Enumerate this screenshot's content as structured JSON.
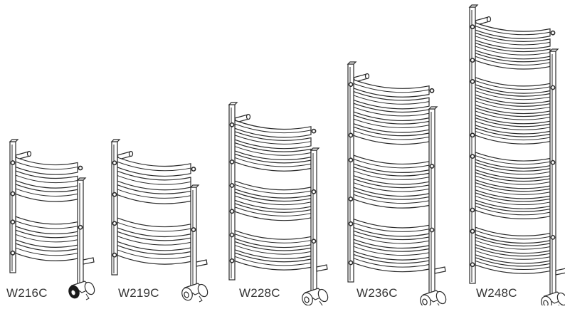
{
  "title": "",
  "radiators": [
    {
      "model": "W216C",
      "rail_groups": [
        3,
        3
      ],
      "valve_style": "dark"
    },
    {
      "model": "W219C",
      "rail_groups": [
        3,
        3
      ],
      "valve_style": "light"
    },
    {
      "model": "W228C",
      "rail_groups": [
        4,
        3,
        3
      ],
      "valve_style": "light"
    },
    {
      "model": "W236C",
      "rail_groups": [
        5,
        4,
        4
      ],
      "valve_style": "light"
    },
    {
      "model": "W248C",
      "rail_groups": [
        4,
        6,
        6,
        4
      ],
      "valve_style": "light"
    }
  ],
  "colors": {
    "outline": "#2a2a2a",
    "label": "#333333",
    "background": "#ffffff"
  }
}
